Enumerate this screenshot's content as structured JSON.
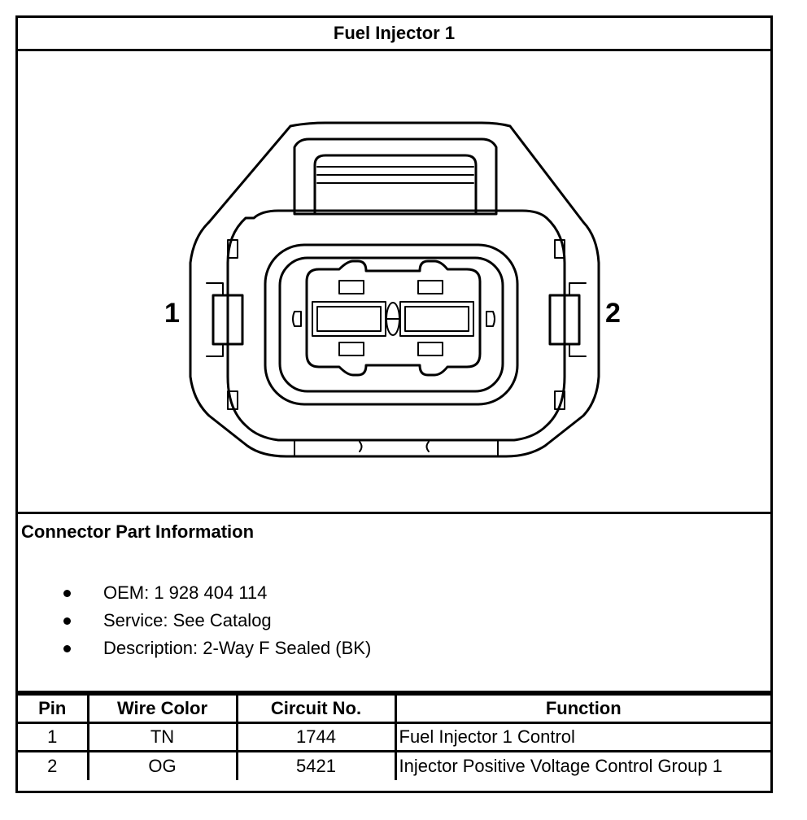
{
  "title": "Fuel Injector 1",
  "figure": {
    "pin_labels": [
      "1",
      "2"
    ]
  },
  "connector_info": {
    "heading": "Connector Part Information",
    "items": [
      "OEM: 1 928 404 114",
      "Service: See Catalog",
      "Description: 2-Way F Sealed (BK)"
    ]
  },
  "pin_table": {
    "headers": [
      "Pin",
      "Wire Color",
      "Circuit No.",
      "Function"
    ],
    "rows": [
      [
        "1",
        "TN",
        "1744",
        "Fuel Injector 1 Control"
      ],
      [
        "2",
        "OG",
        "5421",
        "Injector Positive Voltage Control Group 1"
      ]
    ]
  }
}
